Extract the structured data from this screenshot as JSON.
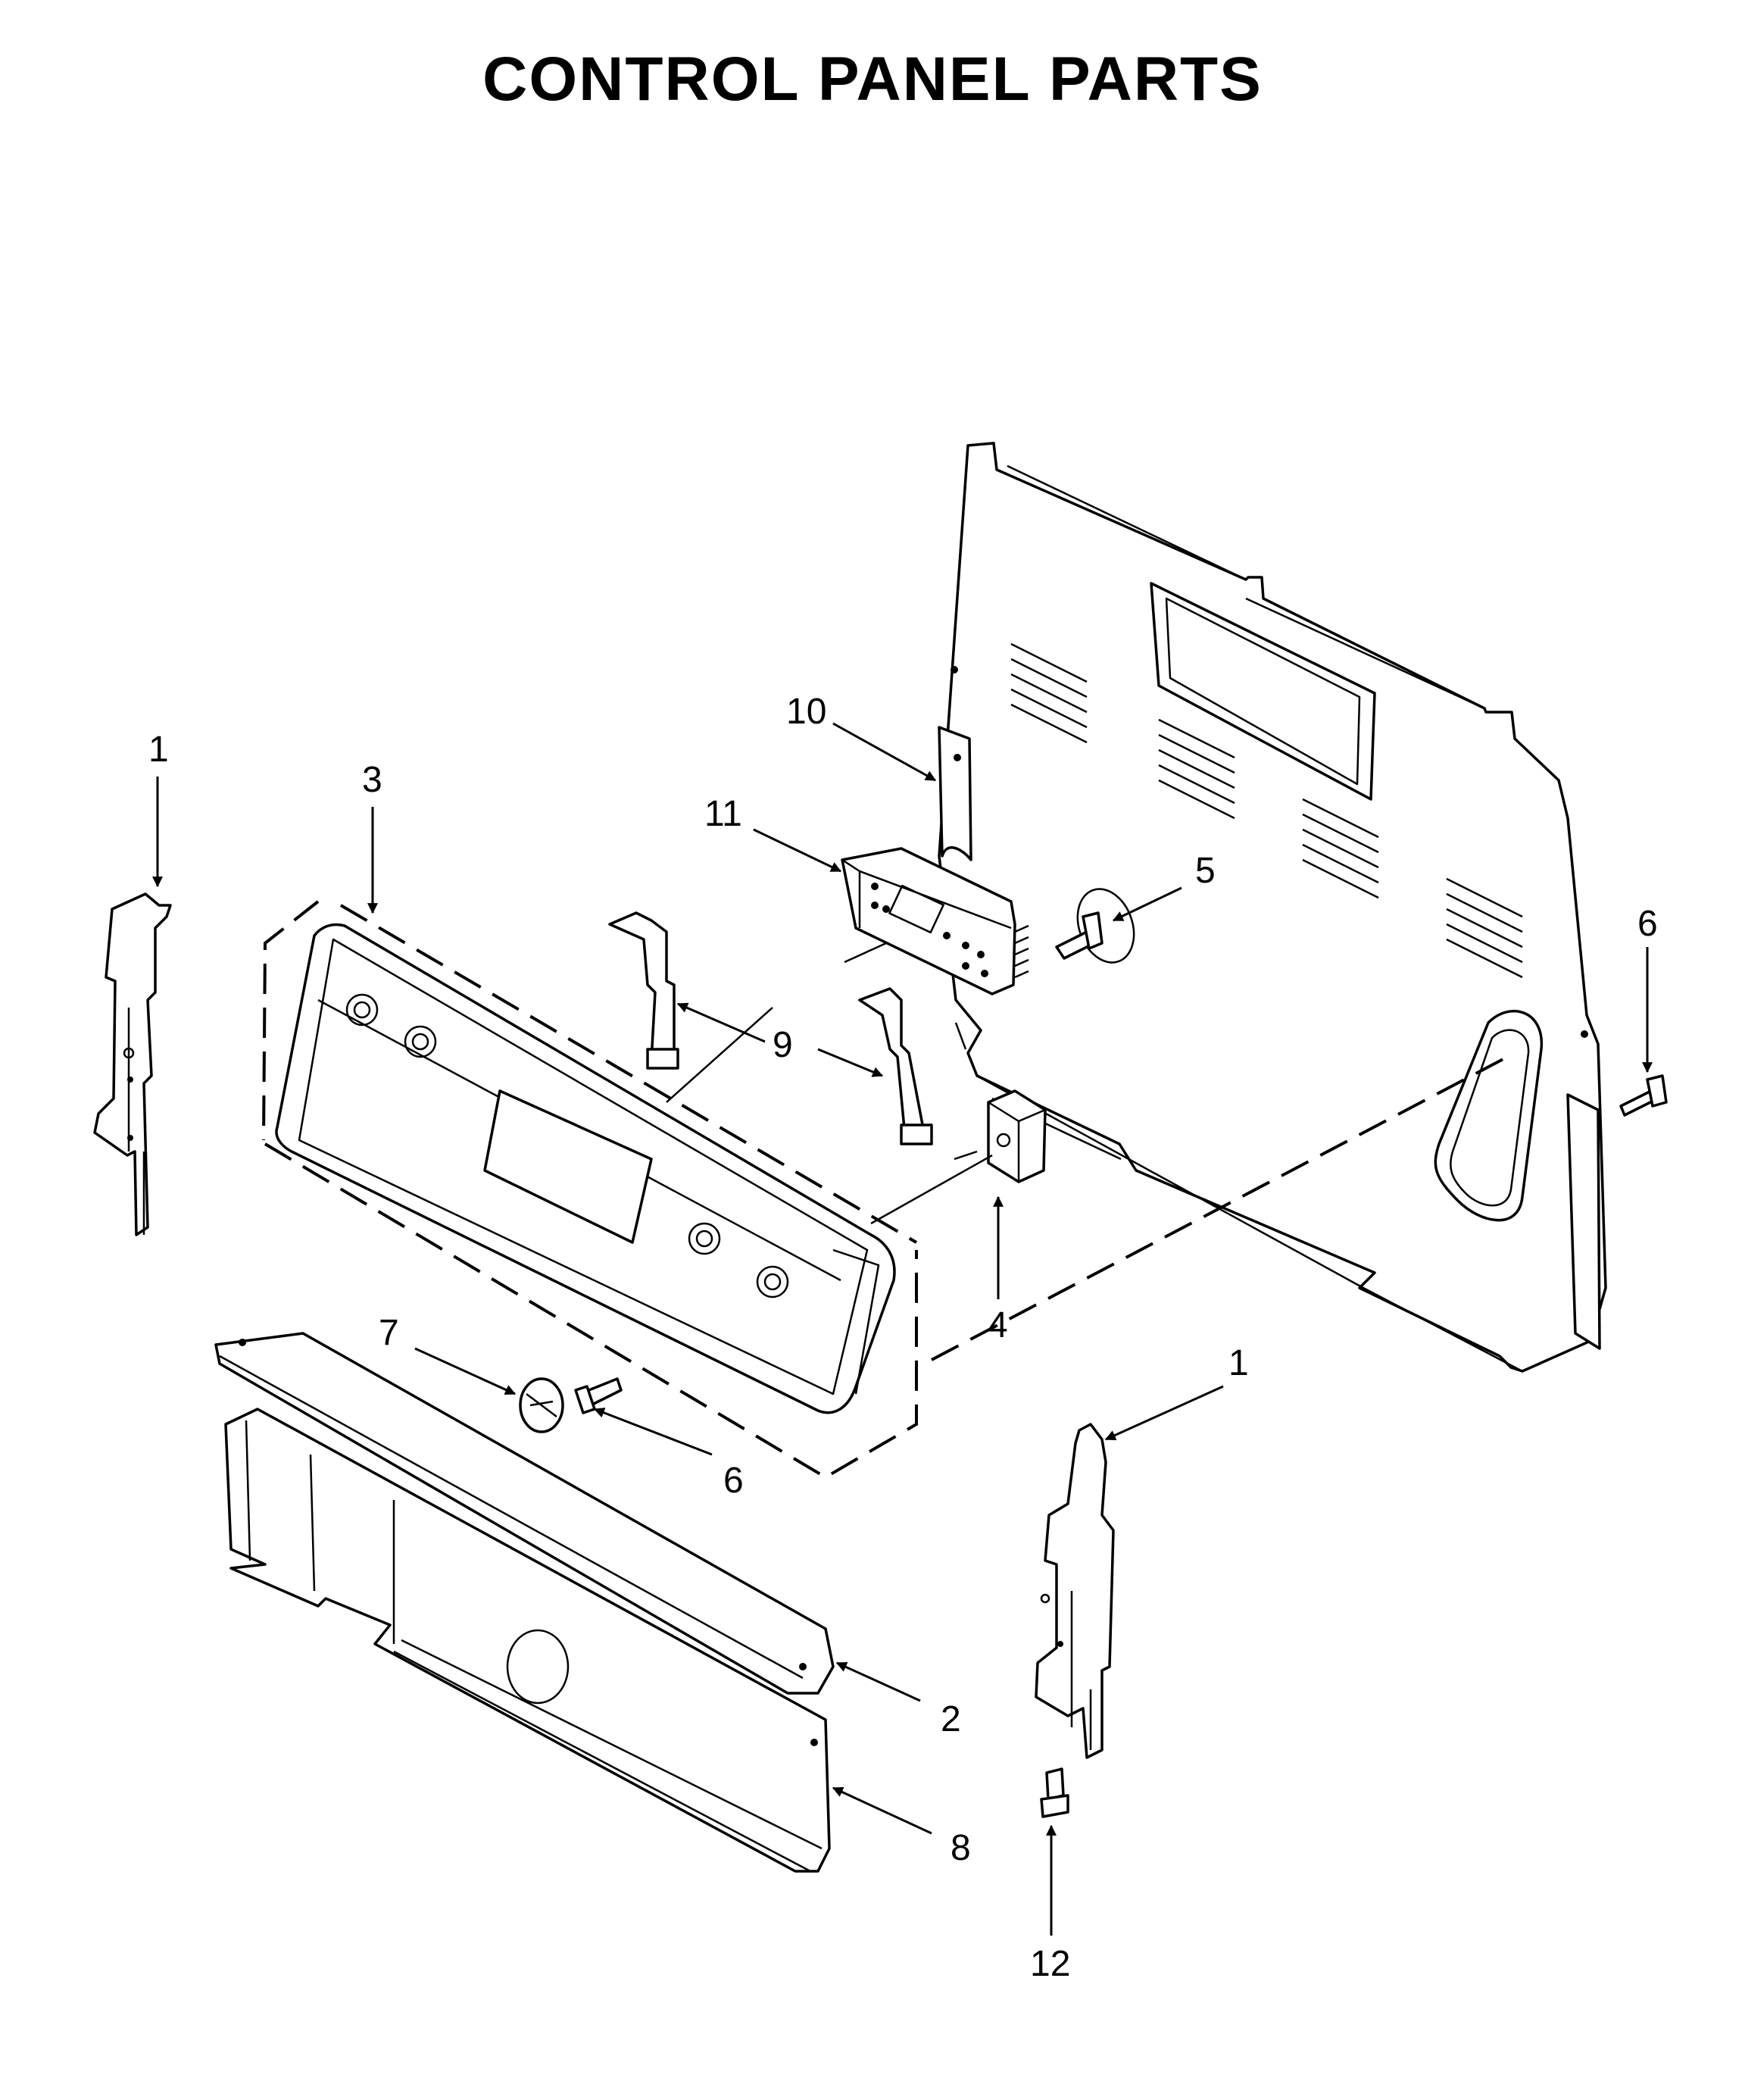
{
  "title": "CONTROL PANEL PARTS",
  "callouts": {
    "c1_left": "1",
    "c1_right": "1",
    "c2": "2",
    "c3": "3",
    "c4": "4",
    "c5": "5",
    "c6_right": "6",
    "c6_bottom": "6",
    "c7": "7",
    "c8": "8",
    "c9": "9",
    "c10": "10",
    "c11": "11",
    "c12": "12"
  }
}
